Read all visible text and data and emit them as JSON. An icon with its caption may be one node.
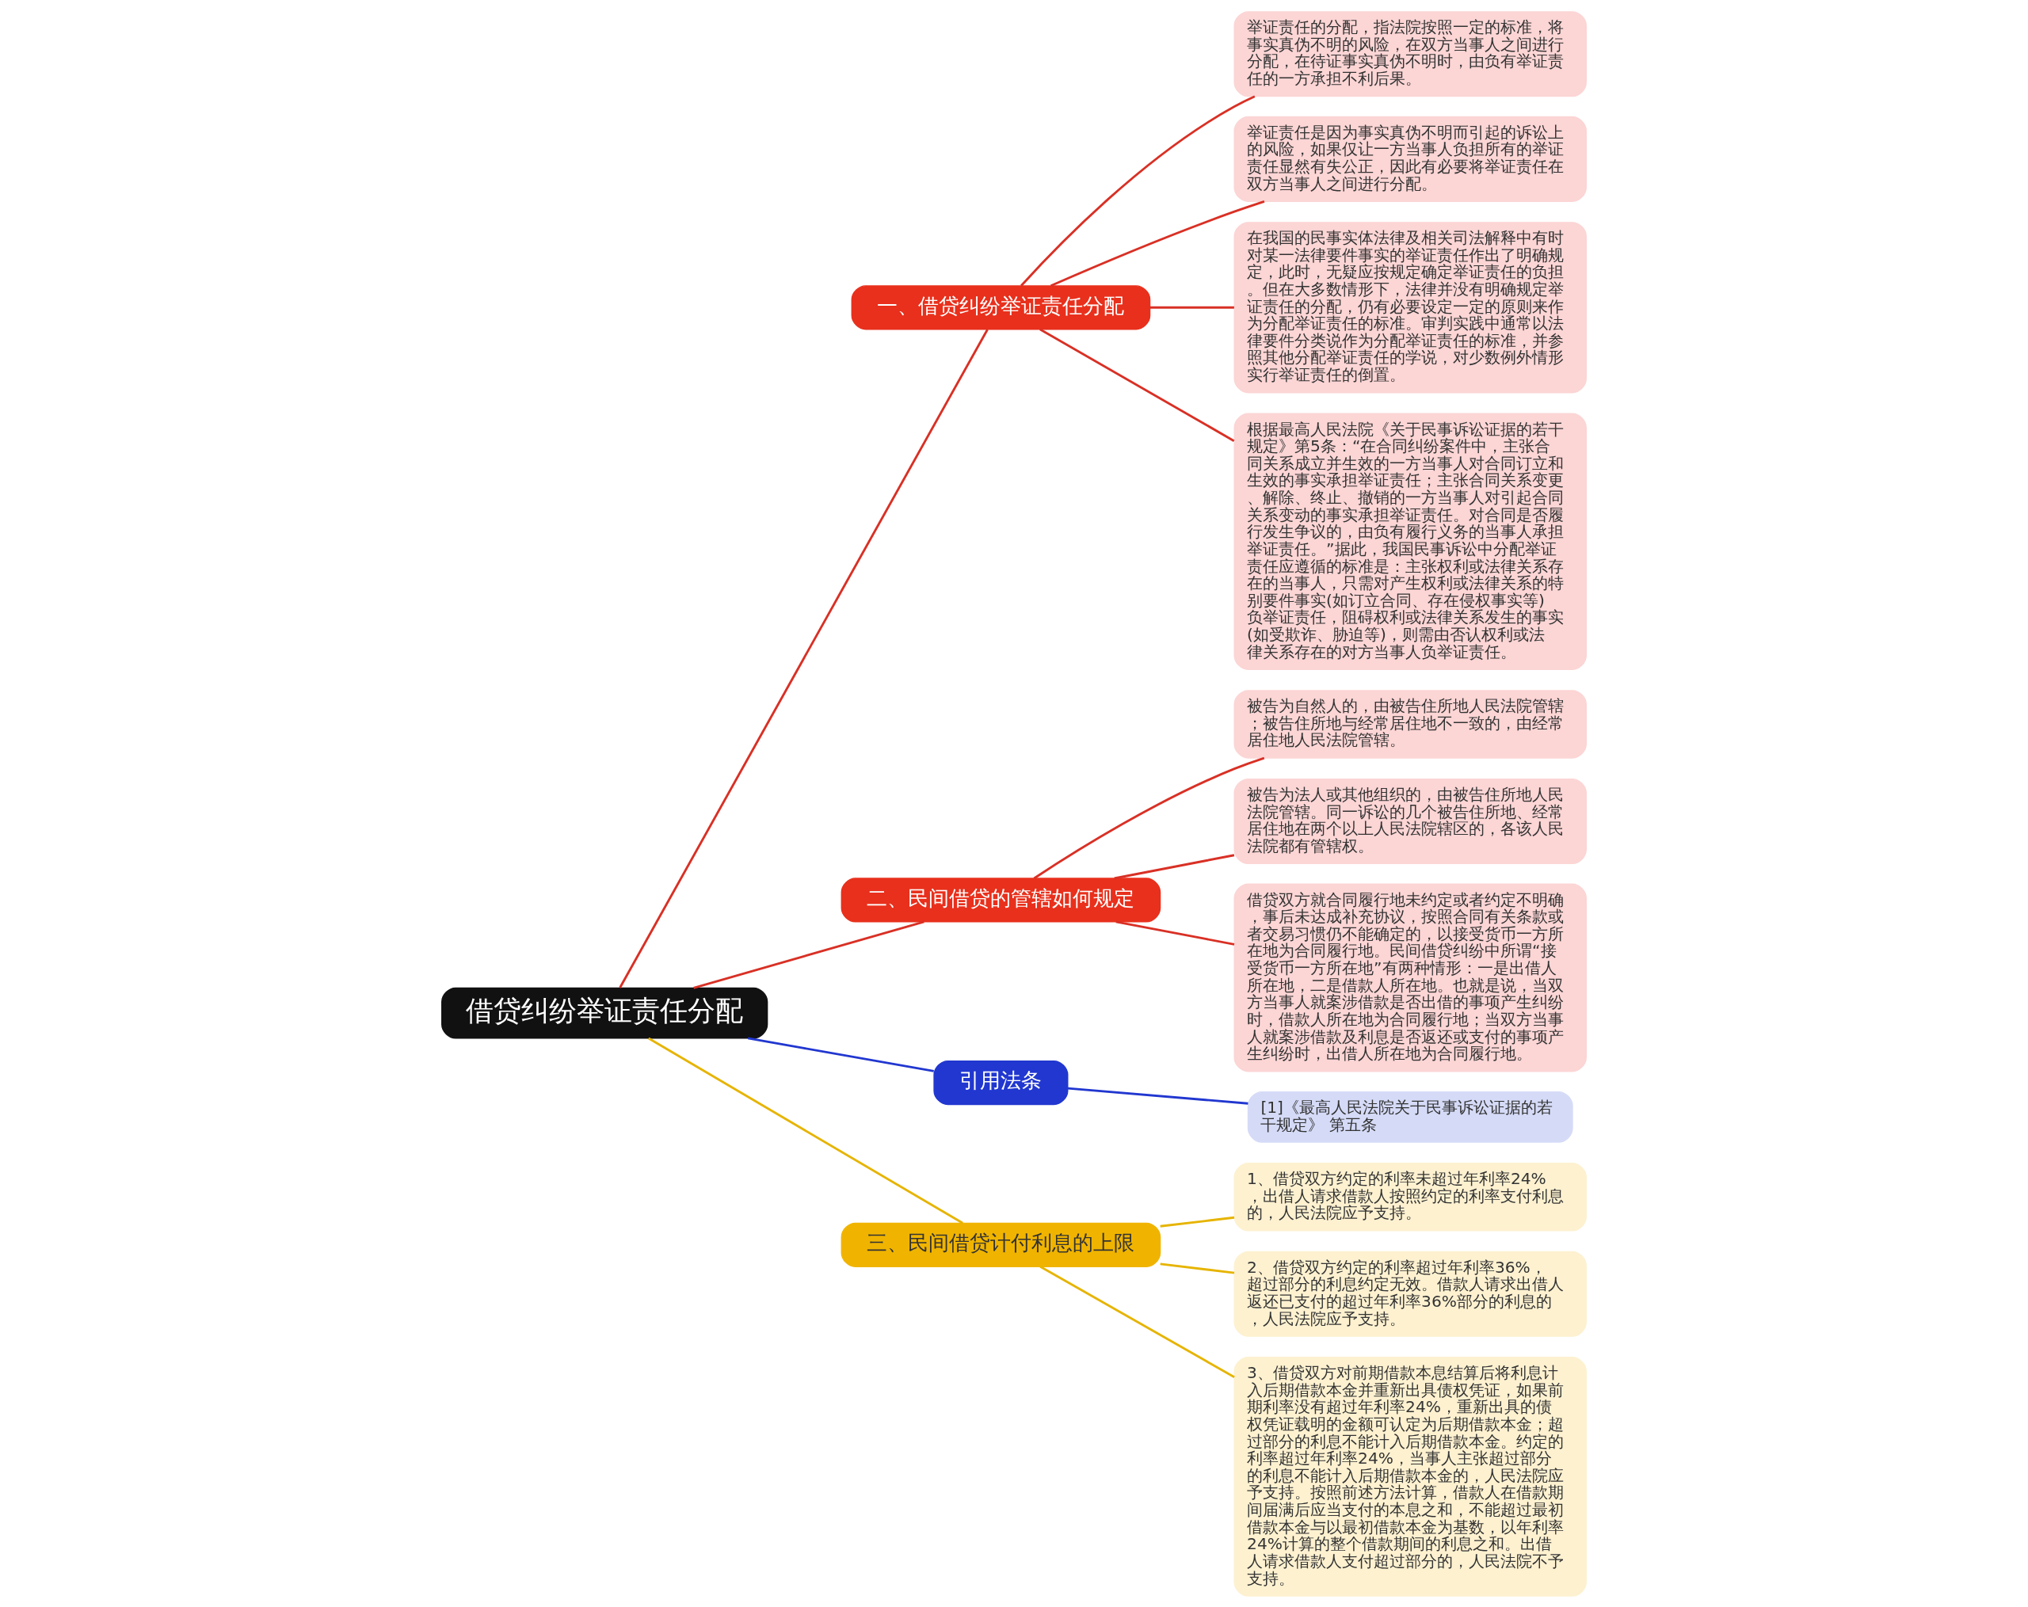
{
  "diagram": {
    "nodes": [
      {
        "text": [
          "借贷纠纷举证责任分配"
        ]
      },
      {
        "text": [
          "一、借贷纠纷举证责任分配"
        ]
      },
      {
        "text": [
          "举证责任的分配，指法院按照一定的标准，将事实真伪不明的风险，在双方当事人之间进行分配，在待证事实真伪不明时，由负有举证责任的一方承担不利后果。"
        ]
      },
      {
        "text": [
          "举证责任是因为事实真伪不明而引起的诉讼上的风险，如果仅让一方当事人负担所有的举证责任显然有失公正，因此有必要将举证责任在双方当事人之间进行分配。"
        ]
      },
      {
        "text": [
          "在我国的民事实体法律及相关司法解释中有时对某一法律要件事实的举证责任作出了明确规定，此时，无疑应按规定确定举证责任的负担。但在大多数情形下，法律并没有明确规定举证责任的分配，仍有必要设定一定的原则来作为分配举证责任的标准。审判实践中通常以法律要件分类说作为分配举证责任的标准，并参照其他分配举证责任的学说，对少数例外情形实行举证责任的倒置。"
        ]
      },
      {
        "text": [
          "根据最高人民法院《关于民事诉讼证据的若干规定》第5条：“在合同纠纷案件中，主张合同关系成立并生效的一方当事人对合同订立和生效的事实承担举证责任；主张合同关系变更、解除、终止、撤销的一方当事人对引起合同关系变动的事实承担举证责任。对合同是否履行发生争议的，由负有履行义务的当事人承担举证责任。”据此，我国民事诉讼中分配举证责任应遵循的标准是：主张权利或法律关系存在的当事人，只需对产生权利或法律关系的特别要件事实(如订立合同、存在侵权事实等)负举证责任，阻碍权利或法律关系发生的事实(如受欺诈、胁迫等)，则需由否认权利或法律关系存在的对方当事人负举证责任。"
        ]
      },
      {
        "text": [
          "二、民间借贷的管辖如何规定"
        ]
      },
      {
        "text": [
          "被告为自然人的，由被告住所地人民法院管辖；被告住所地与经常居住地不一致的，由经常居住地人民法院管辖。"
        ]
      },
      {
        "text": [
          "被告为法人或其他组织的，由被告住所地人民法院管辖。同一诉讼的几个被告住所地、经常居住地在两个以上人民法院辖区的，各该人民法院都有管辖权。"
        ]
      },
      {
        "text": [
          "借贷双方就合同履行地未约定或者约定不明确，事后未达成补充协议，按照合同有关条款或者交易习惯仍不能确定的，以接受货币一方所在地为合同履行地。民间借贷纠纷中所谓“接受货币一方所在地”有两种情形：一是出借人所在地，二是借款人所在地。也就是说，当双方当事人就案涉借款是否出借的事项产生纠纷时，借款人所在地为合同履行地；当双方当事人就案涉借款及利息是否返还或支付的事项产生纠纷时，出借人所在地为合同履行地。"
        ]
      },
      {
        "text": [
          "引用法条"
        ]
      },
      {
        "text": [
          "[1]《最高人民法院关于民事诉讼证据的若干规定》 第五条"
        ]
      },
      {
        "text": [
          "三、民间借贷计付利息的上限"
        ]
      },
      {
        "text": [
          "1、借贷双方约定的利率未超过年利率24%，出借人请求借款人按照约定的利率支付利息的，人民法院应予支持。"
        ]
      },
      {
        "text": [
          "2、借贷双方约定的利率超过年利率36%，超过部分的利息约定无效。借款人请求出借人返还已支付的超过年利率36%部分的利息的，人民法院应予支持。"
        ]
      },
      {
        "text": [
          "3、借贷双方对前期借款本息结算后将利息计入后期借款本金并重新出具债权凭证，如果前期利率没有超过年利率24%，重新出具的债权凭证载明的金额可认定为后期借款本金；超过部分的利息不能计入后期借款本金。约定的利率超过年利率24%，当事人主张超过部分的利息不能计入后期借款本金的，人民法院应予支持。按照前述方法计算，借款人在借款期间届满后应当支付的本息之和，不能超过最初借款本金与以最初借款本金为基数，以年利率24%计算的整个借款期间的利息之和。出借人请求借款人支付超过部分的，人民法院不予支持。"
        ]
      }
    ],
    "edges": [
      {
        "from": 0,
        "to": 1,
        "arrow": "none"
      },
      {
        "from": 1,
        "to": 2,
        "arrow": "none"
      },
      {
        "from": 1,
        "to": 3,
        "arrow": "none"
      },
      {
        "from": 1,
        "to": 4,
        "arrow": "none"
      },
      {
        "from": 1,
        "to": 5,
        "arrow": "none"
      },
      {
        "from": 0,
        "to": 6,
        "arrow": "none"
      },
      {
        "from": 6,
        "to": 7,
        "arrow": "none"
      },
      {
        "from": 6,
        "to": 8,
        "arrow": "none"
      },
      {
        "from": 6,
        "to": 9,
        "arrow": "none"
      },
      {
        "from": 0,
        "to": 10,
        "arrow": "none",
        "color": "#2137d0"
      },
      {
        "from": 10,
        "to": 11,
        "arrow": "none",
        "color": "#2137d0"
      },
      {
        "from": 0,
        "to": 12,
        "arrow": "none",
        "color": "#e6b400"
      },
      {
        "from": 12,
        "to": 13,
        "arrow": "none",
        "color": "#e6b400"
      },
      {
        "from": 12,
        "to": 14,
        "arrow": "none",
        "color": "#e6b400"
      },
      {
        "from": 12,
        "to": 15,
        "arrow": "none",
        "color": "#e6b400"
      }
    ]
  }
}
